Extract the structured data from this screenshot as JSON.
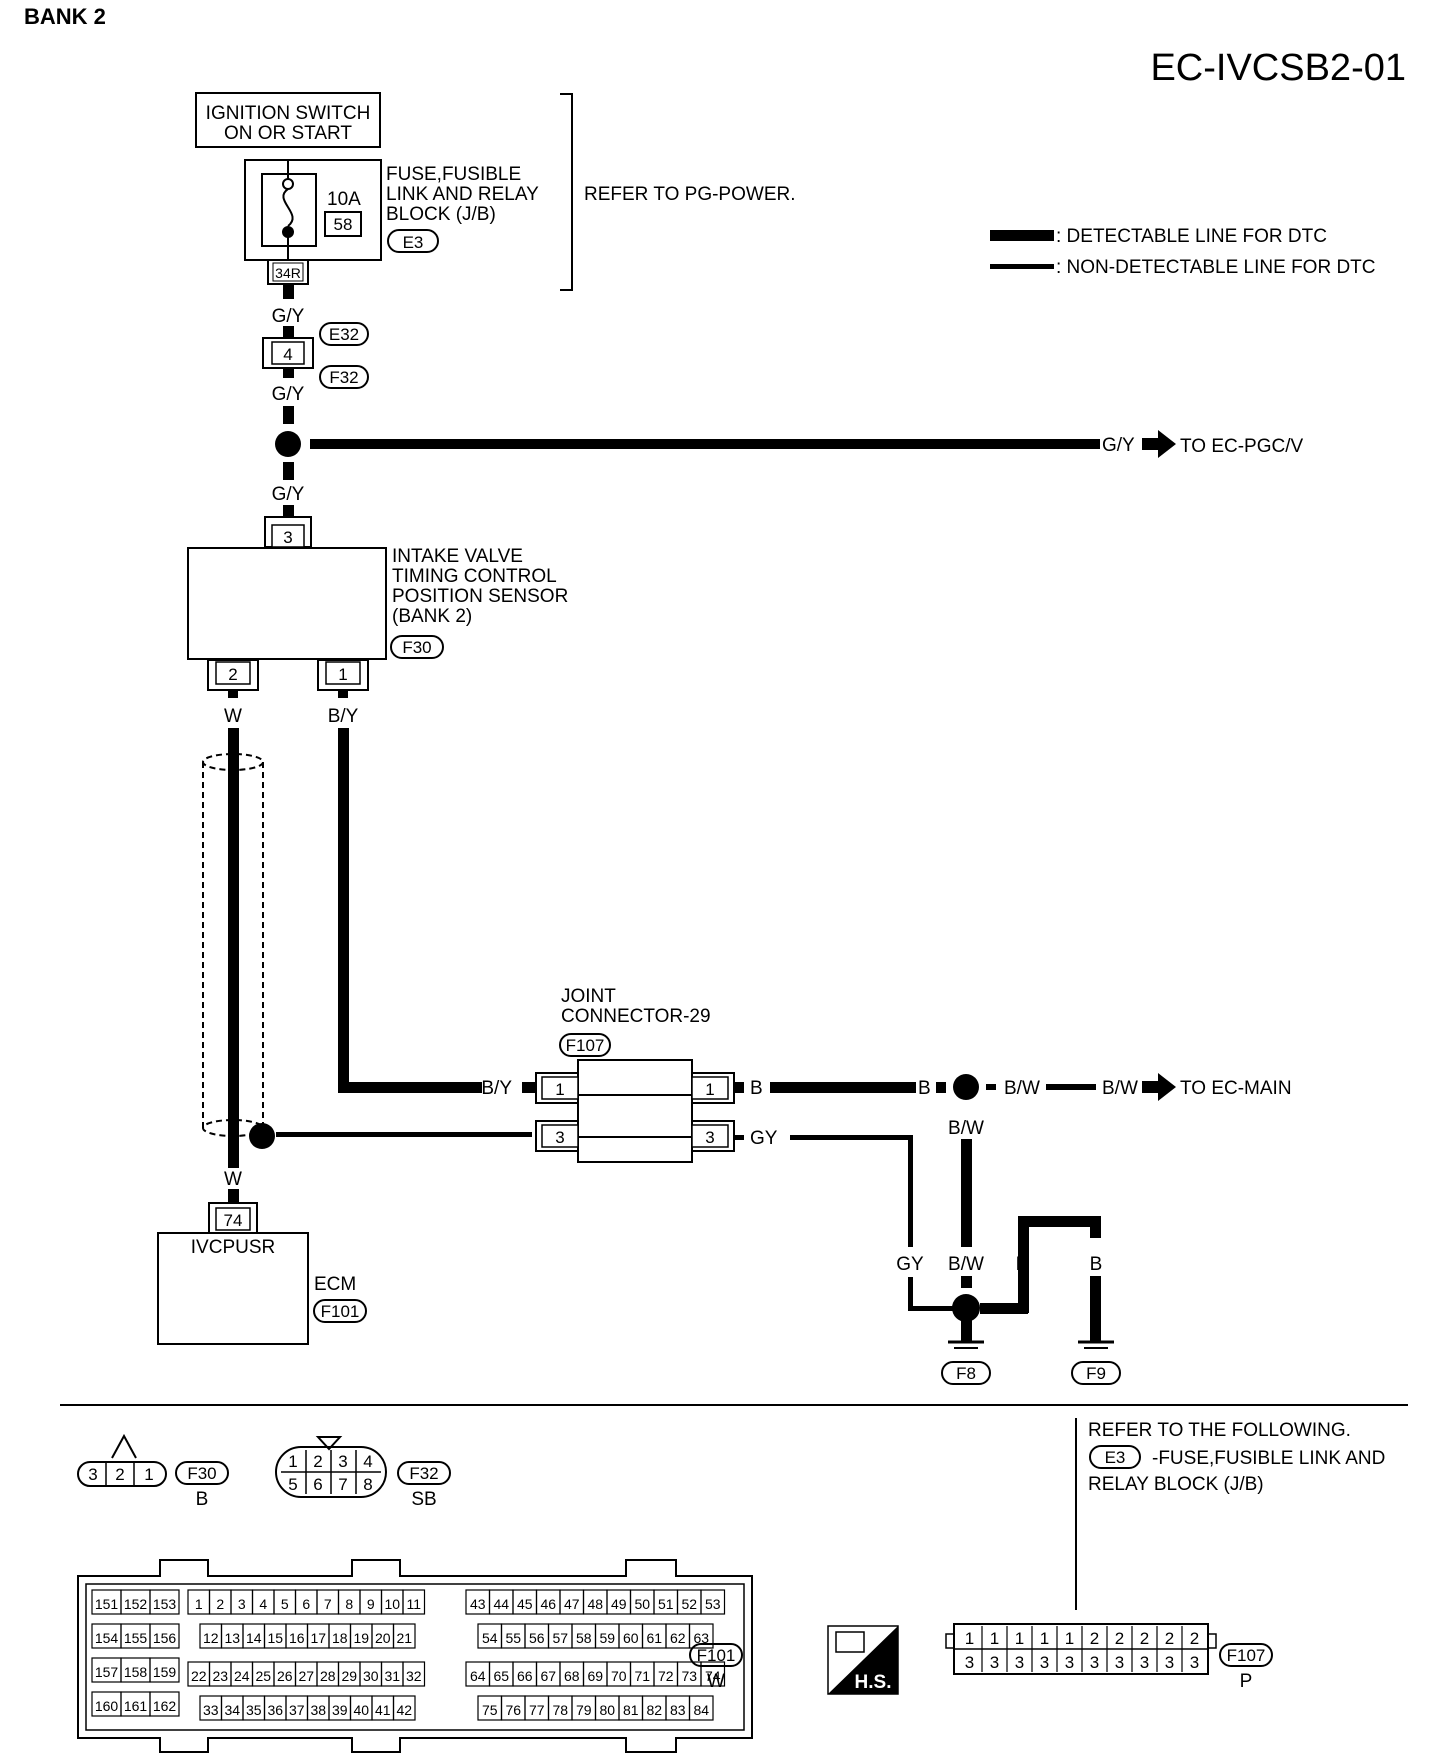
{
  "page": {
    "bank": "BANK 2",
    "code": "EC-IVCSB2-01"
  },
  "legend": {
    "detectable": ": DETECTABLE LINE FOR DTC",
    "non_detectable": ": NON-DETECTABLE LINE FOR DTC"
  },
  "ignition": {
    "line1": "IGNITION SWITCH",
    "line2": "ON OR START"
  },
  "fuse_block": {
    "line1": "FUSE,FUSIBLE",
    "line2": "LINK AND RELAY",
    "line3": "BLOCK (J/B)",
    "connector": "E3",
    "amp": "10A",
    "fuse_no": "58",
    "terminal": "34R",
    "refer": "REFER TO PG-POWER."
  },
  "wires": {
    "gy": "G/Y",
    "w": "W",
    "by": "B/Y",
    "b": "B",
    "bw": "B/W",
    "gy2": "GY"
  },
  "harness": {
    "pin": "4",
    "upper": "E32",
    "lower": "F32"
  },
  "to_pgc": "TO EC-PGC/V",
  "to_main": "TO EC-MAIN",
  "sensor": {
    "line1": "INTAKE VALVE",
    "line2": "TIMING CONTROL",
    "line3": "POSITION SENSOR",
    "line4": "(BANK 2)",
    "connector": "F30",
    "pin_top": "3",
    "pin_left": "2",
    "pin_right": "1"
  },
  "joint": {
    "line1": "JOINT",
    "line2": "CONNECTOR-29",
    "connector": "F107",
    "p1": "1",
    "p3": "3"
  },
  "ecm": {
    "pin": "74",
    "signal": "IVCPUSR",
    "name": "ECM",
    "connector": "F101"
  },
  "grounds": {
    "g1": "F8",
    "g2": "F9"
  },
  "bottom": {
    "f30": {
      "id": "F30",
      "color": "B",
      "pins": [
        "3",
        "2",
        "1"
      ]
    },
    "f32": {
      "id": "F32",
      "color": "SB",
      "pins_top": [
        "1",
        "2",
        "3",
        "4"
      ],
      "pins_bot": [
        "5",
        "6",
        "7",
        "8"
      ]
    },
    "refer_title": "REFER TO THE FOLLOWING.",
    "refer_conn": "E3",
    "refer_line1": "-FUSE,FUSIBLE LINK AND",
    "refer_line2": "RELAY BLOCK (J/B)",
    "f101": {
      "id": "F101",
      "color": "W",
      "left_rows": [
        [
          "151",
          "152",
          "153"
        ],
        [
          "154",
          "155",
          "156"
        ],
        [
          "157",
          "158",
          "159"
        ],
        [
          "160",
          "161",
          "162"
        ]
      ],
      "mid_rows": [
        [
          "1",
          "2",
          "3",
          "4",
          "5",
          "6",
          "7",
          "8",
          "9",
          "10",
          "11"
        ],
        [
          "12",
          "13",
          "14",
          "15",
          "16",
          "17",
          "18",
          "19",
          "20",
          "21"
        ],
        [
          "22",
          "23",
          "24",
          "25",
          "26",
          "27",
          "28",
          "29",
          "30",
          "31",
          "32"
        ],
        [
          "33",
          "34",
          "35",
          "36",
          "37",
          "38",
          "39",
          "40",
          "41",
          "42"
        ]
      ],
      "right_rows": [
        [
          "43",
          "44",
          "45",
          "46",
          "47",
          "48",
          "49",
          "50",
          "51",
          "52",
          "53"
        ],
        [
          "54",
          "55",
          "56",
          "57",
          "58",
          "59",
          "60",
          "61",
          "62",
          "63"
        ],
        [
          "64",
          "65",
          "66",
          "67",
          "68",
          "69",
          "70",
          "71",
          "72",
          "73",
          "74"
        ],
        [
          "75",
          "76",
          "77",
          "78",
          "79",
          "80",
          "81",
          "82",
          "83",
          "84"
        ]
      ]
    },
    "hs": "H.S.",
    "f107": {
      "id": "F107",
      "color": "P",
      "top": [
        "1",
        "1",
        "1",
        "1",
        "1",
        "2",
        "2",
        "2",
        "2",
        "2"
      ],
      "bot": [
        "3",
        "3",
        "3",
        "3",
        "3",
        "3",
        "3",
        "3",
        "3",
        "3"
      ]
    }
  }
}
